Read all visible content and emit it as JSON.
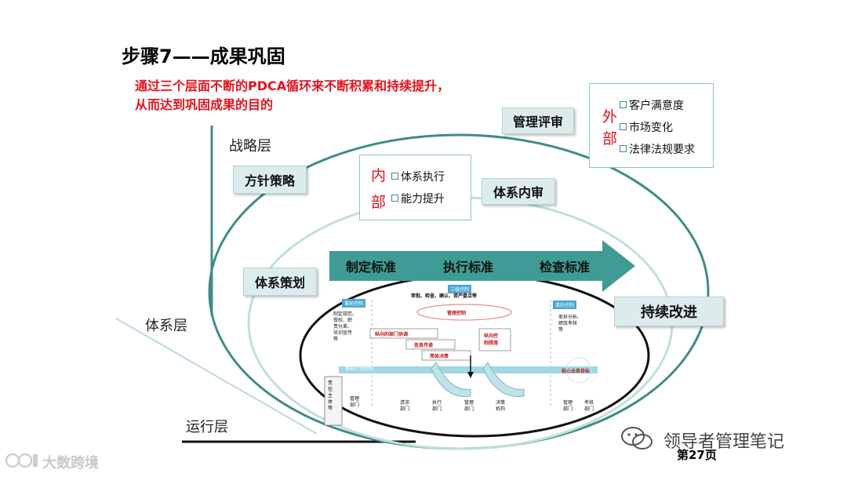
{
  "title": "步骤7——成果巩固",
  "subtitle_lines": [
    "通过三个层面不断的PDCA循环来不断积累和持续提升，",
    "从而达到巩固成果的目的"
  ],
  "layers": {
    "strategy": "战略层",
    "system": "体系层",
    "operation": "运行层"
  },
  "boxes": {
    "policy": "方针策略",
    "mgmt_review": "管理评审",
    "internal_audit": "体系内审",
    "system_plan": "体系策划",
    "continuous": "持续改进"
  },
  "external_note": {
    "chars": [
      "外",
      "部"
    ],
    "items": [
      "客户满意度",
      "市场变化",
      "法律法规要求"
    ]
  },
  "internal_note": {
    "chars": [
      "内",
      "部"
    ],
    "items": [
      "体系执行",
      "能力提升"
    ]
  },
  "arrow": {
    "labels": [
      "制定标准",
      "执行标准",
      "检查标准"
    ]
  },
  "inner_diagram": {
    "top_tag": "三级控制",
    "top_text": "审批、检查、确认、资产盘点等",
    "left_tag": "事前控制",
    "left_text": [
      "制定规范、",
      "授权、职",
      "责分离、",
      "培训宣传",
      "等"
    ],
    "right_tag": "事后控制",
    "right_text": [
      "差异分析、",
      "绩效考核",
      "等"
    ],
    "center_label": "管理控制",
    "steps": [
      "纵向的部门协调",
      "信息传递",
      "简体决策"
    ],
    "side_step": [
      "纵向控",
      "制措施"
    ],
    "flow_bar": "事前计划控制",
    "target": "核心业务目标",
    "left_col": [
      "责",
      "任",
      "主",
      "体",
      "等"
    ],
    "departments": [
      [
        "管理",
        "部门"
      ],
      [
        "请求",
        "部门"
      ],
      [
        "执行",
        "部门"
      ],
      [
        "管理",
        "部门"
      ],
      [
        "决策",
        "机构"
      ],
      [
        "管理",
        "部门"
      ],
      [
        "考核",
        "部门"
      ]
    ]
  },
  "footer": {
    "page": "第27页",
    "wechat": "领导者管理笔记",
    "brand": "大数跨境"
  },
  "colors": {
    "teal_line": "#3e8c88",
    "light_teal": "#bfe0dc",
    "box_fill": "#dcecec",
    "arrow": "#3f9c95",
    "red": "#e8111b"
  }
}
